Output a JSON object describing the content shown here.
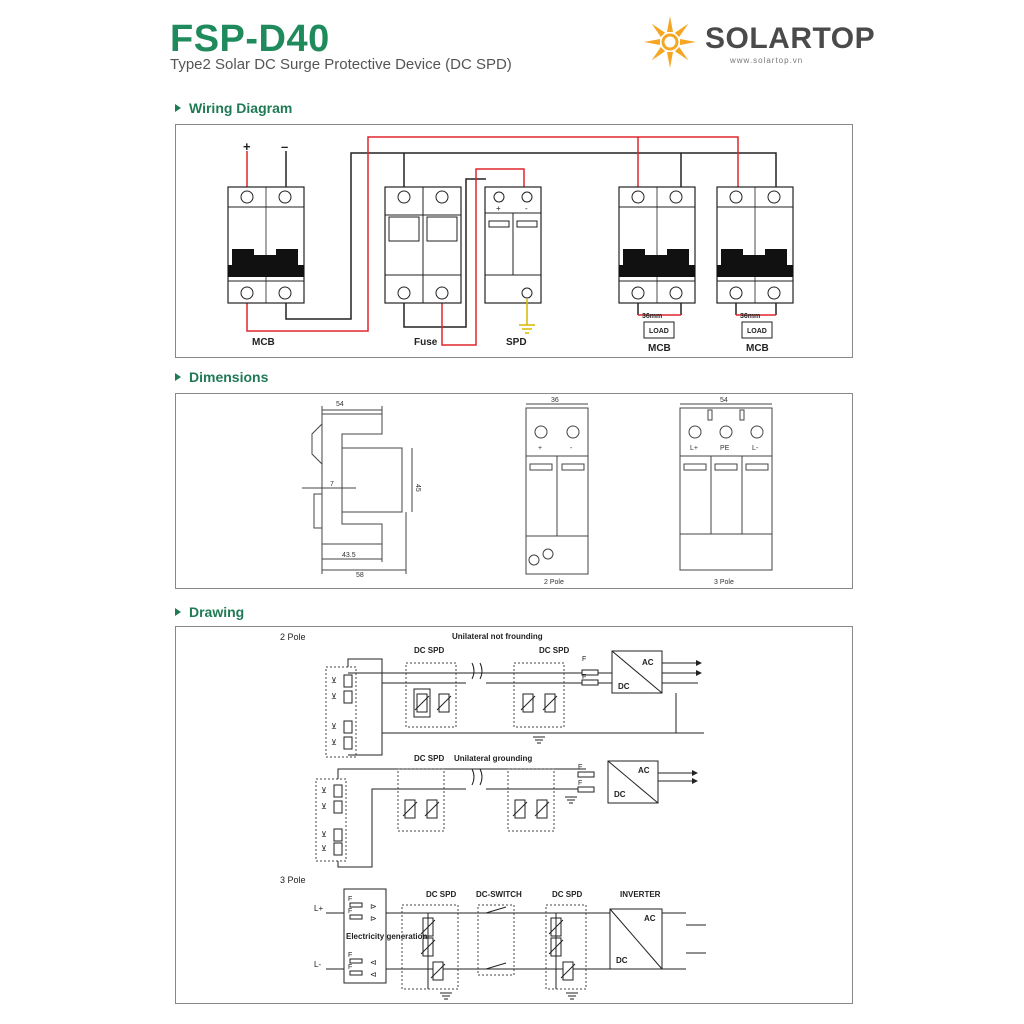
{
  "header": {
    "title": "FSP-D40",
    "subtitle": "Type2 Solar DC Surge Protective Device (DC SPD)",
    "brand": "SOLARTOP",
    "brand_url": "www.solartop.vn",
    "colors": {
      "title": "#1f8a5c",
      "logo_orange": "#f5a623",
      "wire_red": "#e0252b"
    }
  },
  "sections": {
    "wiring": "Wiring Diagram",
    "dimensions": "Dimensions",
    "drawing": "Drawing"
  },
  "wiring": {
    "plus": "+",
    "minus": "–",
    "mcb": "MCB",
    "fuse": "Fuse",
    "spd": "SPD",
    "spd_plus": "+",
    "spd_minus": "-",
    "dim36": "36mm",
    "load": "LOAD",
    "mcb2": "MCB",
    "mcb3": "MCB"
  },
  "dimensions": {
    "d54_top": "54",
    "d45": "45",
    "d7": "7",
    "d43_5": "43.5",
    "d58": "58",
    "d36": "36",
    "two_plus": "+",
    "two_minus": "-",
    "two_pole": "2 Pole",
    "d54_right": "54",
    "three_lplus": "L+",
    "three_pe": "PE",
    "three_lminus": "L-",
    "three_pole": "3 Pole"
  },
  "drawing": {
    "two_pole": "2 Pole",
    "unilateral_not": "Unilateral not frounding",
    "dcspd1": "DC SPD",
    "dcspd2": "DC SPD",
    "f1": "F",
    "f2": "F",
    "ac1": "AC",
    "dc1": "DC",
    "dcspd3": "DC SPD",
    "unilateral_gnd": "Unilateral grounding",
    "f3": "F",
    "f4": "F",
    "ac2": "AC",
    "dc2": "DC",
    "three_pole": "3 Pole",
    "lplus": "L+",
    "lminus": "L-",
    "f5": "F",
    "f6": "F",
    "f7": "F",
    "f8": "F",
    "elec_gen": "Electricity generation",
    "dcspd4": "DC SPD",
    "dcswitch": "DC-SWITCH",
    "dcspd5": "DC SPD",
    "inverter": "INVERTER",
    "ac3": "AC",
    "dc3": "DC"
  }
}
